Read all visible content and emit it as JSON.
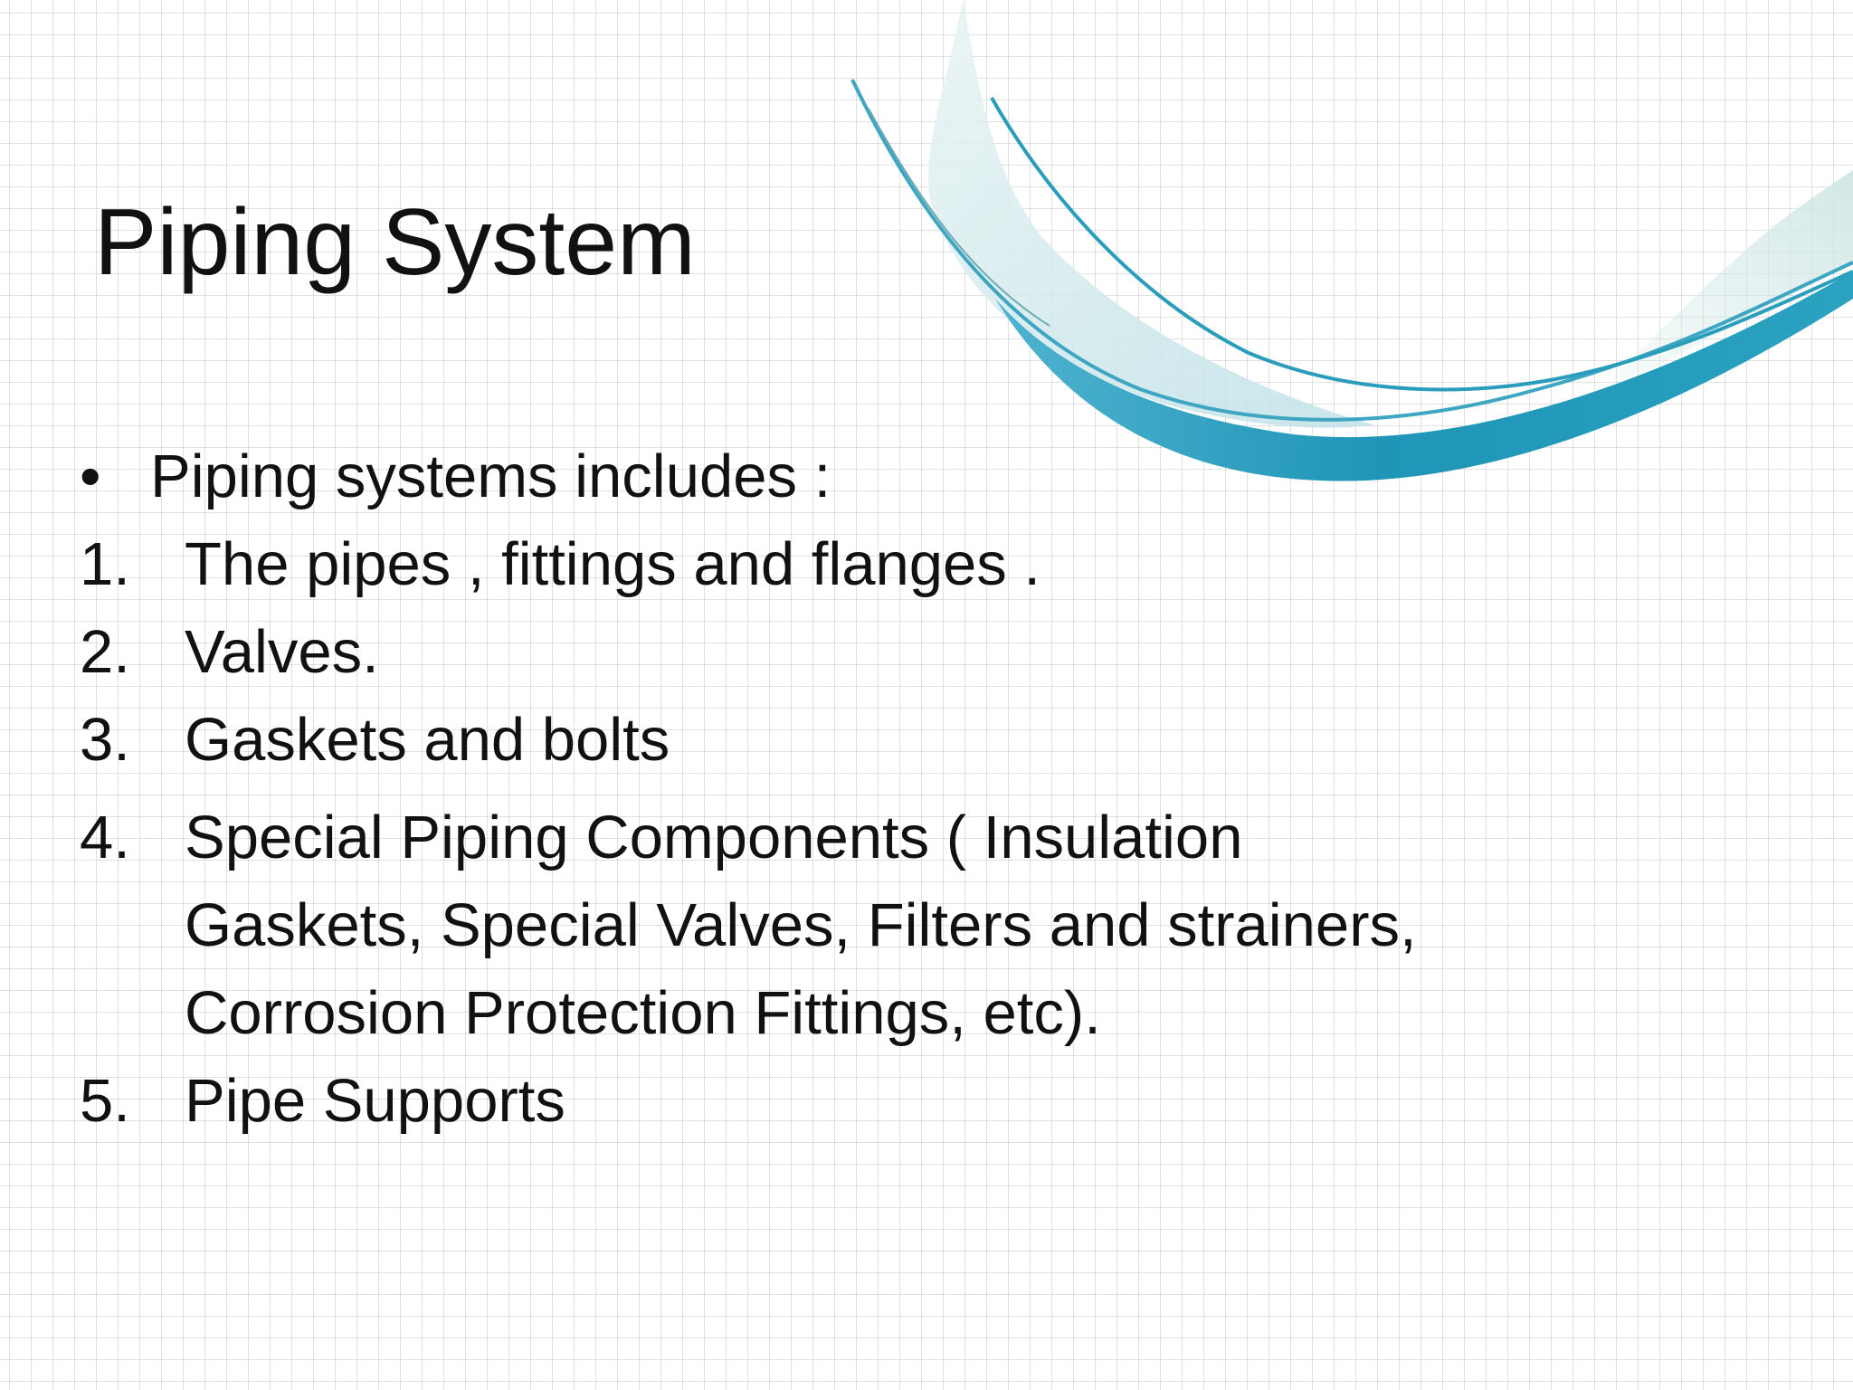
{
  "slide": {
    "title": "Piping System",
    "bullet": {
      "marker": "•",
      "text": "Piping systems includes :"
    },
    "items": [
      {
        "marker": "1.",
        "text": "The pipes , fittings and flanges ."
      },
      {
        "marker": "2.",
        "text": "Valves."
      },
      {
        "marker": "3.",
        "text": "Gaskets and bolts"
      },
      {
        "marker": "4.",
        "text": "Special Piping Components ( Insulation Gaskets,  Special Valves, Filters and strainers, Corrosion  Protection Fittings, etc)."
      },
      {
        "marker": "5.",
        "text": "Pipe Supports"
      }
    ]
  },
  "decor": {
    "swoosh_color_dark": "#2a9dbd",
    "swoosh_color_light": "#bfe1e8",
    "grid_color": "#cfcfcf"
  }
}
